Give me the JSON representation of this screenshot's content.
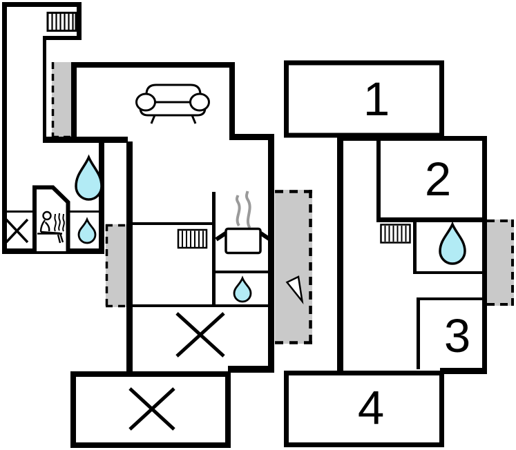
{
  "plan": {
    "type": "floor-plan",
    "colors": {
      "background": "#ffffff",
      "wall": "#000000",
      "door_zone": "#c9c9c9",
      "water": "#b2ebf5",
      "steam": "#9a9a9a",
      "outline": "#000000"
    },
    "rooms": [
      {
        "label": "1"
      },
      {
        "label": "2"
      },
      {
        "label": "3"
      },
      {
        "label": "4"
      }
    ],
    "icons": [
      "radiator-icon",
      "sofa-icon",
      "water-drop-icon",
      "sauna-icon",
      "cooking-pot-icon",
      "steam-icon",
      "crossed-area-icon",
      "entrance-arrow-icon",
      "door-zone"
    ]
  }
}
